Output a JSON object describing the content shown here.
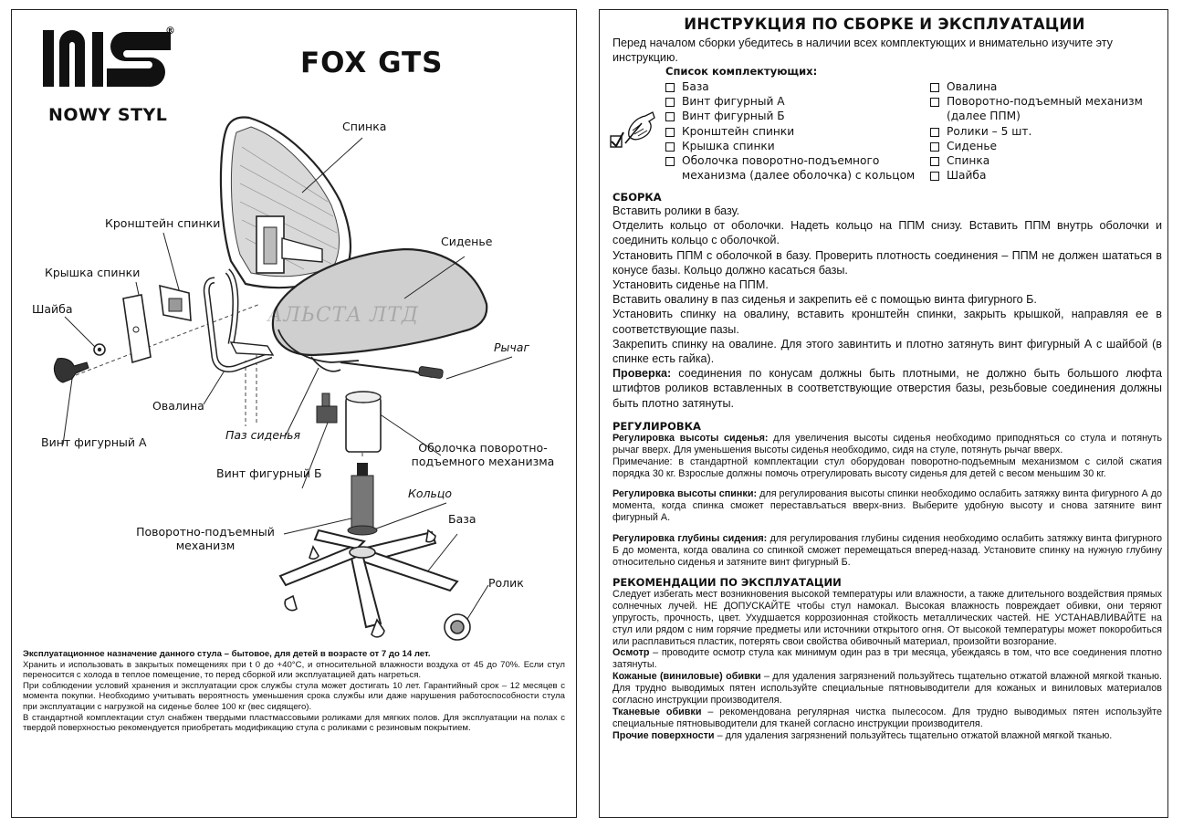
{
  "left": {
    "brand": "NOWY STYL",
    "registered": "®",
    "model": "FOX GTS",
    "labels": {
      "backrest": "Спинка",
      "seat": "Сиденье",
      "back_bracket": "Кронштейн спинки",
      "back_cover": "Крышка спинки",
      "washer": "Шайба",
      "figure_screw_a": "Винт фигурный А",
      "oval": "Овалина",
      "lever": "Рычаг",
      "seat_groove": "Паз сиденья",
      "figure_screw_b": "Винт фигурный Б",
      "sleeve_line1": "Оболочка поворотно-",
      "sleeve_line2": "подъемного механизма",
      "ring": "Кольцо",
      "lift_line1": "Поворотно-подъемный",
      "lift_line2": "механизм",
      "base": "База",
      "caster": "Ролик"
    },
    "watermark": "АЛЬСТА ЛТД",
    "note": {
      "line1": "Эксплуатационное назначение данного стула – бытовое, для детей в возрасте от 7 до 14 лет.",
      "line2": "Хранить и использовать в закрытых помещениях при t 0 до +40°С, и относительной влажности воздуха от 45 до 70%. Если стул переносится с холода в теплое помещение, то перед сборкой или эксплуатацией дать нагреться.",
      "line3": "При соблюдении условий хранения и эксплуатации срок службы стула может достигать 10 лет. Гарантийный срок – 12 месяцев с момента покупки. Необходимо учитывать вероятность уменьшения срока службы или даже нарушения работоспособности стула при эксплуатации с нагрузкой на сиденье более 100 кг (вес сидящего).",
      "line4": "В стандартной комплектации стул снабжен твердыми пластмассовыми роликами для мягких полов. Для эксплуатации на полах с твердой поверхностью рекомендуется приобретать модификацию стула с роликами с резиновым покрытием."
    }
  },
  "right": {
    "title": "ИНСТРУКЦИЯ ПО СБОРКЕ И ЭКСПЛУАТАЦИИ",
    "intro": "Перед началом сборки убедитесь в наличии всех комплектующих и внимательно изучите эту инструкцию.",
    "parts_heading": "Список комплектующих:",
    "parts_col1": [
      "База",
      "Винт фигурный А",
      "Винт фигурный Б",
      "Кронштейн спинки",
      "Крышка спинки",
      "Оболочка поворотно-подъемного механизма (далее оболочка) с кольцом"
    ],
    "parts_col2": [
      "Овалина",
      "Поворотно-подъемный механизм (далее ППМ)",
      "Ролики – 5 шт.",
      "Сиденье",
      "Спинка",
      "Шайба"
    ],
    "assembly": {
      "heading": "СБОРКА",
      "s1": "Вставить ролики в базу.",
      "s2": "Отделить кольцо от оболочки. Надеть кольцо на ППМ снизу. Вставить ППМ внутрь оболочки и соединить кольцо с оболочкой.",
      "s3": "Установить ППМ с оболочкой в базу. Проверить плотность соединения – ППМ не должен шататься в конусе базы. Кольцо должно касаться базы.",
      "s4": "Установить сиденье на ППМ.",
      "s5": "Вставить овалину в паз сиденья и закрепить её с помощью винта фигурного Б.",
      "s6": "Установить спинку на овалину, вставить кронштейн спинки, закрыть крышкой, направляя ее в соответствующие пазы.",
      "s7": "Закрепить спинку на овалине. Для этого завинтить и плотно затянуть винт фигурный А с шайбой (в спинке есть гайка).",
      "check_label": "Проверка:",
      "check_text": "соединения по конусам должны быть плотными, не должно быть большого люфта штифтов роликов вставленных в соответствующие отверстия базы, резьбовые соединения должны быть плотно затянуты."
    },
    "adjust": {
      "heading": "РЕГУЛИРОВКА",
      "seat_label": "Регулировка высоты сиденья:",
      "seat_text": "для увеличения высоты сиденья необходимо приподняться со стула и потянуть рычаг вверх. Для уменьшения высоты сиденья необходимо, сидя на стуле, потянуть рычаг вверх.",
      "seat_note": "Примечание: в стандартной комплектации стул оборудован поворотно-подъемным механизмом с силой сжатия порядка 30 кг. Взрослые должны помочь отрегулировать высоту сиденья для детей с весом меньшим 30 кг.",
      "back_label": "Регулировка высоты спинки:",
      "back_text": "для регулирования высоты спинки необходимо ослабить затяжку винта фигурного А до момента, когда спинка сможет перестављаться вверх-вниз. Выберите удобную высоту и снова затяните винт фигурный А.",
      "depth_label": "Регулировка глубины сидения:",
      "depth_text": "для регулирования глубины сидения необходимо ослабить затяжку винта фигурного Б до момента, когда овалина со спинкой сможет перемещаться вперед-назад. Установите спинку на нужную глубину относительно сиденья и затяните винт фигурный Б."
    },
    "usage": {
      "heading": "РЕКОМЕНДАЦИИ ПО ЭКСПЛУАТАЦИИ",
      "p1": "Следует избегать мест возникновения высокой температуры или влажности, а также длительного воздействия прямых солнечных лучей. НЕ ДОПУСКАЙТЕ чтобы стул намокал. Высокая влажность повреждает обивки, они теряют упругость, прочность, цвет. Ухудшается коррозионная стойкость металлических частей. НЕ УСТАНАВЛИВАЙТЕ на стул или рядом с ним горячие предметы или источники открытого огня. От высокой температуры может покоробиться или расплавиться пластик, потерять свои свойства обивочный материал, произойти возгорание.",
      "inspect_label": "Осмотр",
      "inspect_text": "– проводите осмотр стула как минимум один раз в три месяца, убеждаясь в том, что все соединения плотно затянуты.",
      "leather_label": "Кожаные (виниловые) обивки",
      "leather_text": "– для удаления загрязнений пользуйтесь тщательно отжатой влажной мягкой тканью. Для трудно выводимых пятен используйте специальные пятновыводители для кожаных и виниловых материалов согласно инструкции производителя.",
      "fabric_label": "Тканевые обивки",
      "fabric_text": "– рекомендована регулярная чистка пылесосом. Для трудно выводимых пятен используйте специальные пятновыводители для тканей согласно инструкции производителя.",
      "other_label": "Прочие поверхности",
      "other_text": "– для удаления загрязнений пользуйтесь тщательно отжатой влажной мягкой тканью."
    }
  }
}
